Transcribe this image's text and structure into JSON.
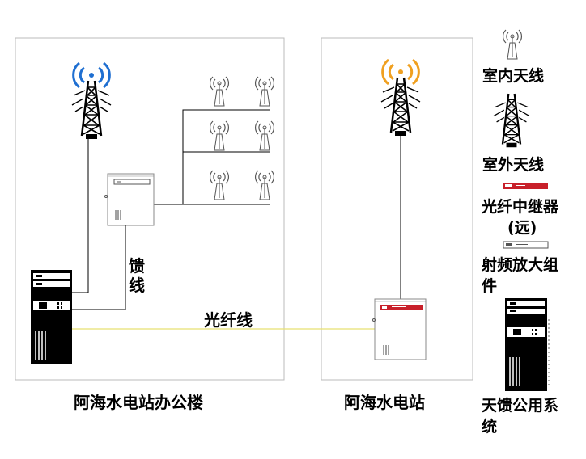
{
  "labels": {
    "office_building": "阿海水电站办公楼",
    "power_station": "阿海水电站",
    "feeder_line_char1": "馈",
    "feeder_line_char2": "线",
    "fiber_line": "光纤线"
  },
  "legend": {
    "indoor_antenna": "室内天线",
    "outdoor_antenna": "室外天线",
    "fiber_repeater_line1": "光纤中继器",
    "fiber_repeater_line2": "(远)",
    "rf_amplifier_line1": "射频放大组",
    "rf_amplifier_line2": "件",
    "feeder_system_line1": "天馈公用系",
    "feeder_system_line2": "统"
  },
  "colors": {
    "signal_blue": "#1f6fd1",
    "signal_orange": "#f0a020",
    "repeater_red": "#c8202a",
    "fiber_yellow": "#e8e070",
    "frame_gray": "#bbbbbb"
  }
}
